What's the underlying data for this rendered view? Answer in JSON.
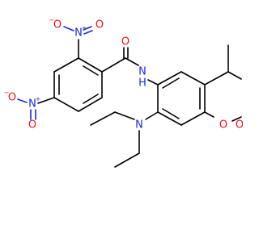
{
  "colors": {
    "carbon": "#000000",
    "oxygen": "#e8121b",
    "nitrogen": "#1a2cc9",
    "background": "#ffffff"
  },
  "atoms": {
    "nitro_top_O_left": "O",
    "nitro_top_O_left_charge": "−",
    "nitro_top_N": "N",
    "nitro_top_N_charge": "+",
    "nitro_top_O_right": "O",
    "nitro_left_O_left": "O",
    "nitro_left_O_left_charge": "−",
    "nitro_left_N": "N",
    "nitro_left_N_charge": "+",
    "nitro_left_O_bottom": "O",
    "amide_O": "O",
    "amide_N": "N",
    "amide_H": "H",
    "amine_N": "N",
    "ring_O": "O",
    "lactone_O": "O"
  }
}
